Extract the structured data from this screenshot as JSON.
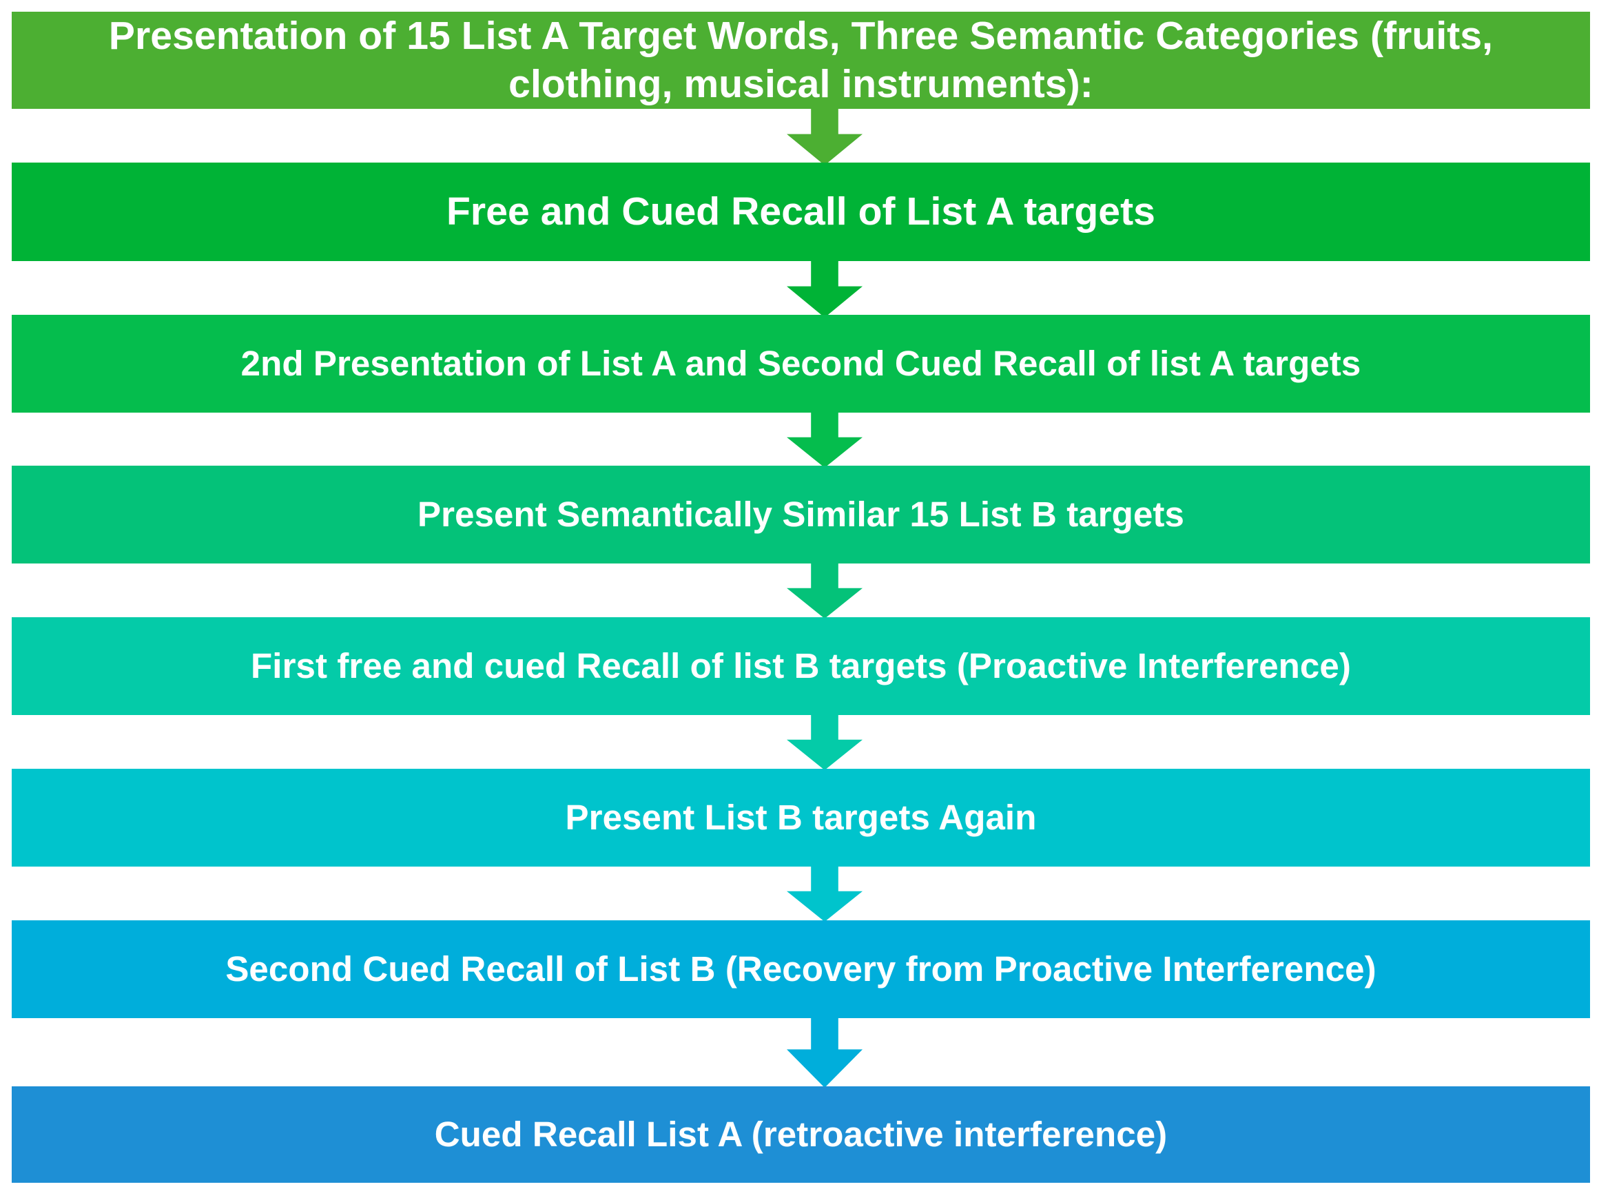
{
  "diagram": {
    "title": "Verbal learning and interference task procedure flowchart",
    "orientation": "vertical-top-to-bottom",
    "steps": [
      {
        "id": "present-list-a",
        "label": "Presentation of 15 List A Target Words, Three Semantic Categories (fruits, clothing, musical instruments):",
        "color": "#4CAF32"
      },
      {
        "id": "free-cued-recall-list-a",
        "label": "Free and Cued Recall of List A targets",
        "color": "#00B336"
      },
      {
        "id": "second-presentation-list-a",
        "label": "2nd Presentation of List A and Second Cued Recall of list A targets",
        "color": "#05BD4D"
      },
      {
        "id": "present-list-b",
        "label": "Present Semantically Similar 15 List B targets",
        "color": "#04C279"
      },
      {
        "id": "first-recall-list-b",
        "label": "First free and cued Recall of list B targets (Proactive Interference)",
        "color": "#04CBA8"
      },
      {
        "id": "present-list-b-again",
        "label": "Present List B targets Again",
        "color": "#00C4CC"
      },
      {
        "id": "second-cued-recall-list-b",
        "label": "Second Cued Recall of List B (Recovery from Proactive Interference)",
        "color": "#00AEDB"
      },
      {
        "id": "cued-recall-list-a-retroactive",
        "label": "Cued Recall List A (retroactive interference)",
        "color": "#1E8FD5"
      }
    ],
    "arrows": [
      {
        "id": "arrow-1",
        "from": "present-list-a",
        "to": "free-cued-recall-list-a",
        "color": "#4CAF32",
        "icon": "arrow-down-icon"
      },
      {
        "id": "arrow-2",
        "from": "free-cued-recall-list-a",
        "to": "second-presentation-list-a",
        "color": "#00B336",
        "icon": "arrow-down-icon"
      },
      {
        "id": "arrow-3",
        "from": "second-presentation-list-a",
        "to": "present-list-b",
        "color": "#05BD4D",
        "icon": "arrow-down-icon"
      },
      {
        "id": "arrow-4",
        "from": "present-list-b",
        "to": "first-recall-list-b",
        "color": "#04C279",
        "icon": "arrow-down-icon"
      },
      {
        "id": "arrow-5",
        "from": "first-recall-list-b",
        "to": "present-list-b-again",
        "color": "#04CBA8",
        "icon": "arrow-down-icon"
      },
      {
        "id": "arrow-6",
        "from": "present-list-b-again",
        "to": "second-cued-recall-list-b",
        "color": "#00C4CC",
        "icon": "arrow-down-icon"
      },
      {
        "id": "arrow-7",
        "from": "second-cued-recall-list-b",
        "to": "cued-recall-list-a-retroactive",
        "color": "#00AEDB",
        "icon": "arrow-down-icon"
      }
    ],
    "background_color": "#FFFFFF",
    "text_color": "#FFFFFF"
  }
}
